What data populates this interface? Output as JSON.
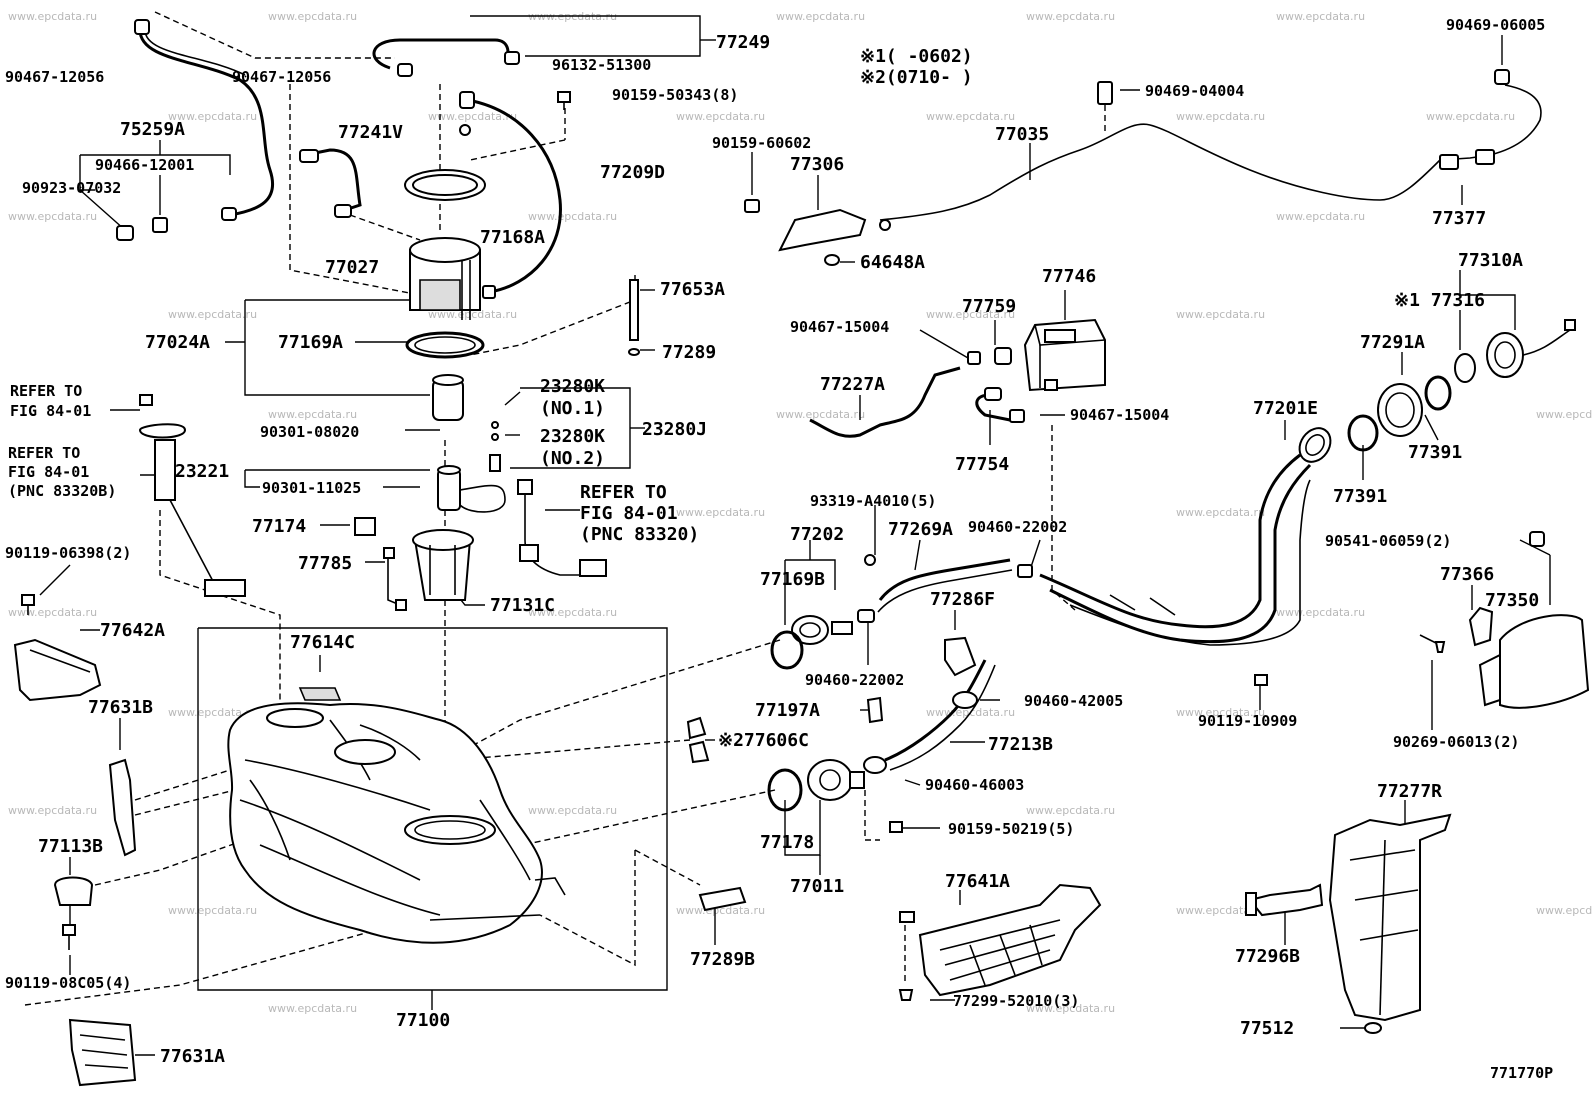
{
  "diagram": {
    "figure_code": "771770P",
    "watermark": "www.epcdata.ru",
    "notes": {
      "note1": "※1(    -0602)",
      "note2": "※2(0710-    )"
    },
    "labels": {
      "p90467_12056_a": "90467-12056",
      "p90467_12056_b": "90467-12056",
      "p77249": "77249",
      "p96132_51300": "96132-51300",
      "p90159_50343": "90159-50343(8)",
      "p75259A": "75259A",
      "p90466_12001": "90466-12001",
      "p90923_07032": "90923-07032",
      "p77241V": "77241V",
      "p77209D": "77209D",
      "p77168A": "77168A",
      "p77027": "77027",
      "p77653A": "77653A",
      "p77289": "77289",
      "p77024A": "77024A",
      "p77169A": "77169A",
      "p23280K_1": "23280K",
      "p_no1": "(NO.1)",
      "p23280K_2": "23280K",
      "p_no2": "(NO.2)",
      "p23280J": "23280J",
      "p90301_08020": "90301-08020",
      "p23221": "23221",
      "p90301_11025": "90301-11025",
      "ref1_a": "REFER TO",
      "ref1_b": "FIG 84-01",
      "ref2_a": "REFER TO",
      "ref2_b": "FIG 84-01",
      "ref2_c": "(PNC 83320B)",
      "ref3_a": "REFER TO",
      "ref3_b": "FIG 84-01",
      "ref3_c": "(PNC 83320)",
      "p77174": "77174",
      "p77785": "77785",
      "p77131C": "77131C",
      "p90119_06398": "90119-06398(2)",
      "p77642A": "77642A",
      "p77614C": "77614C",
      "p77631B": "77631B",
      "p77113B": "77113B",
      "p90119_08C05": "90119-08C05(4)",
      "p77100": "77100",
      "p77631A": "77631A",
      "p77289B": "77289B",
      "p277606C": "※277606C",
      "p90469_04004": "90469-04004",
      "p77035": "77035",
      "p90159_60602": "90159-60602",
      "p77306": "77306",
      "p64648A": "64648A",
      "p90469_06005": "90469-06005",
      "p77377": "77377",
      "p77746": "77746",
      "p77759": "77759",
      "p90467_15004_a": "90467-15004",
      "p77227A": "77227A",
      "p90467_15004_b": "90467-15004",
      "p77754": "77754",
      "p77310A": "77310A",
      "p1_77316": "※1 77316",
      "p77291A": "77291A",
      "p77201E": "77201E",
      "p77391_a": "77391",
      "p77391_b": "77391",
      "p93319_A4010": "93319-A4010(5)",
      "p77202": "77202",
      "p77269A": "77269A",
      "p90460_22002_a": "90460-22002",
      "p77169B": "77169B",
      "p77286F": "77286F",
      "p90460_22002_b": "90460-22002",
      "p90460_42005": "90460-42005",
      "p77197A": "77197A",
      "p77213B": "77213B",
      "p90460_46003": "90460-46003",
      "p77178": "77178",
      "p90159_50219": "90159-50219(5)",
      "p77011": "77011",
      "p90119_10909": "90119-10909",
      "p90541_06059": "90541-06059(2)",
      "p77366": "77366",
      "p77350": "77350",
      "p90269_06013": "90269-06013(2)",
      "p77277R": "77277R",
      "p77641A": "77641A",
      "p77299_52010": "77299-52010(3)",
      "p77296B": "77296B",
      "p77512": "77512"
    }
  }
}
